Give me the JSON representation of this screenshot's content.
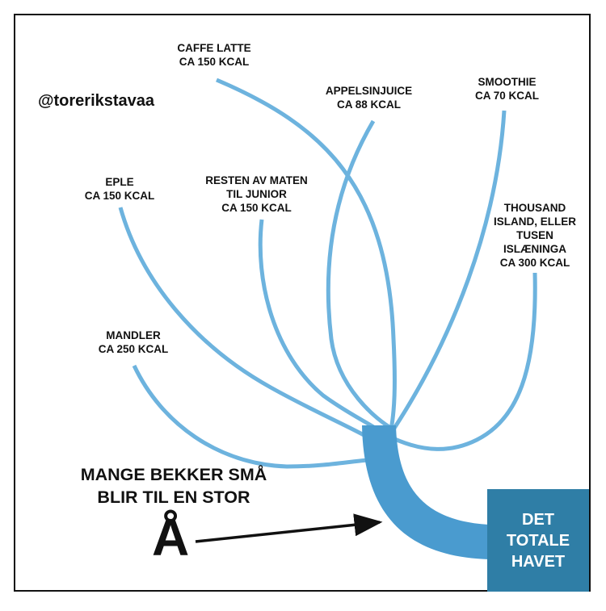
{
  "handle": "@torerikstavaa",
  "sources": [
    {
      "id": "caffe-latte",
      "lines": [
        "CAFFE LATTE",
        "CA 150 KCAL"
      ]
    },
    {
      "id": "appelsinjuice",
      "lines": [
        "APPELSINJUICE",
        "CA 88 KCAL"
      ]
    },
    {
      "id": "smoothie",
      "lines": [
        "SMOOTHIE",
        "CA 70 KCAL"
      ]
    },
    {
      "id": "eple",
      "lines": [
        "EPLE",
        "CA 150 KCAL"
      ]
    },
    {
      "id": "resten-av-maten",
      "lines": [
        "RESTEN AV MATEN",
        "TIL JUNIOR",
        "CA 150 KCAL"
      ]
    },
    {
      "id": "thousand-island",
      "lines": [
        "THOUSAND",
        "ISLAND, ELLER",
        "TUSEN",
        "ISLÆNINGA",
        "CA 300 KCAL"
      ]
    },
    {
      "id": "mandler",
      "lines": [
        "MANDLER",
        "CA 250 KCAL"
      ]
    }
  ],
  "caption": {
    "line1": "MANGE BEKKER SMÅ",
    "line2": "BLIR TIL EN STOR",
    "big": "Å"
  },
  "target": {
    "lines": [
      "DET",
      "TOTALE",
      "HAVET"
    ]
  },
  "colors": {
    "stream": "#6db3de",
    "river": "#4a9bcf",
    "ocean": "#2f7ea6",
    "arrow": "#111111"
  }
}
